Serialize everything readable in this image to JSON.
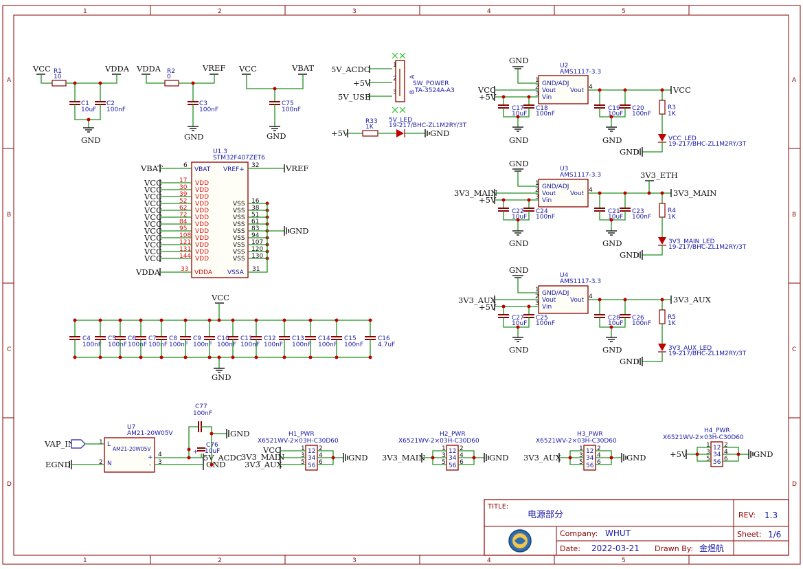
{
  "frame": {
    "cols": [
      "1",
      "2",
      "3",
      "4",
      "5"
    ],
    "rows": [
      "A",
      "B",
      "C",
      "D"
    ]
  },
  "title_block": {
    "title_label": "TITLE:",
    "title": "电源部分",
    "rev_label": "REV:",
    "rev": "1.3",
    "company_label": "Company:",
    "company": "WHUT",
    "sheet_label": "Sheet:",
    "sheet": "1/6",
    "date_label": "Date:",
    "date": "2022-03-21",
    "drawn_label": "Drawn By:",
    "drawn_by": "金煜航"
  },
  "nets": {
    "vcc": "VCC",
    "vdda": "VDDA",
    "vref": "VREF",
    "vbat": "VBAT",
    "gnd": "GND",
    "v5_acdc": "5V_ACDC",
    "p5v": "+5V",
    "v5_usb": "5V_USB",
    "v3_main": "3V3_MAIN",
    "v3_aux": "3V3_AUX",
    "v3_eth": "3V3_ETH",
    "vap_in": "VAP_IN",
    "egnd": "EGND"
  },
  "components": {
    "r1": {
      "ref": "R1",
      "val": "10"
    },
    "r2": {
      "ref": "R2",
      "val": "0"
    },
    "c1": {
      "ref": "C1",
      "val": "10uF"
    },
    "c2": {
      "ref": "C2",
      "val": "100nF"
    },
    "c3": {
      "ref": "C3",
      "val": "100nF"
    },
    "c75": {
      "ref": "C75",
      "val": "100nF"
    },
    "sw": {
      "ref": "SW_POWER",
      "val": "TA-3524A-A3",
      "a": "A",
      "b": "B"
    },
    "r33": {
      "ref": "R33",
      "val": "1K"
    },
    "led5v": {
      "ref": "5V_LED",
      "val": "19-217/BHC-ZL1M2RY/3T"
    },
    "u2": {
      "ref": "U2",
      "val": "AMS1117-3.3"
    },
    "u3": {
      "ref": "U3",
      "val": "AMS1117-3.3"
    },
    "u4": {
      "ref": "U4",
      "val": "AMS1117-3.3"
    },
    "reg_pins": {
      "gnd_adj": "GND/ADJ",
      "vout": "Vout",
      "vin": "Vin"
    },
    "c17": {
      "ref": "C17",
      "val": "10uF"
    },
    "c18": {
      "ref": "C18",
      "val": "100nF"
    },
    "c19": {
      "ref": "C19",
      "val": "10uF"
    },
    "c20": {
      "ref": "C20",
      "val": "100nF"
    },
    "c22": {
      "ref": "C22",
      "val": "10uF"
    },
    "c24": {
      "ref": "C24",
      "val": "100nF"
    },
    "c21": {
      "ref": "C21",
      "val": "10uF"
    },
    "c23": {
      "ref": "C23",
      "val": "100nF"
    },
    "c27": {
      "ref": "C27",
      "val": "10uF"
    },
    "c25": {
      "ref": "C25",
      "val": "100nF"
    },
    "c28": {
      "ref": "C28",
      "val": "10uF"
    },
    "c26": {
      "ref": "C26",
      "val": "100nF"
    },
    "r3": {
      "ref": "R3",
      "val": "1K"
    },
    "r4": {
      "ref": "R4",
      "val": "1K"
    },
    "r5": {
      "ref": "R5",
      "val": "1K"
    },
    "vcc_led": {
      "ref": "VCC_LED",
      "val": "19-217/BHC-ZL1M2RY/3T"
    },
    "main_led": {
      "ref": "3V3_MAIN_LED",
      "val": "19-217/BHC-ZL1M2RY/3T"
    },
    "aux_led": {
      "ref": "3V3_AUX_LED",
      "val": "19-217/BHC-ZL1M2RY/3T"
    },
    "u1": {
      "ref": "U1.3",
      "val": "STM32F407ZET6"
    },
    "decoupling": [
      {
        "ref": "C4",
        "val": "100nF"
      },
      {
        "ref": "C5",
        "val": "100nF"
      },
      {
        "ref": "C6",
        "val": "100nF"
      },
      {
        "ref": "C7",
        "val": "100nF"
      },
      {
        "ref": "C8",
        "val": "100nF"
      },
      {
        "ref": "C9",
        "val": "100nF"
      },
      {
        "ref": "C10",
        "val": "100nF"
      },
      {
        "ref": "C11",
        "val": "100nF"
      },
      {
        "ref": "C12",
        "val": "100nF"
      },
      {
        "ref": "C13",
        "val": "100nF"
      },
      {
        "ref": "C14",
        "val": "100nF"
      },
      {
        "ref": "C15",
        "val": "100nF"
      },
      {
        "ref": "C16",
        "val": "4.7uF"
      }
    ],
    "u7": {
      "ref": "U7",
      "val": "AM21-20W05V",
      "inner": "AM21-20W05V",
      "l": "L",
      "n": "N",
      "plus": "+",
      "minus": "-",
      "p1": "1",
      "p2": "2",
      "p3": "3",
      "p4": "4"
    },
    "c77": {
      "ref": "C77",
      "val": "100nF"
    },
    "c76": {
      "ref": "C76",
      "val": "10uF",
      "plus": "+"
    },
    "h1": {
      "ref": "H1_PWR",
      "val": "X6521WV-2×03H-C30D60"
    },
    "h2": {
      "ref": "H2_PWR",
      "val": "X6521WV-2×03H-C30D60"
    },
    "h3": {
      "ref": "H3_PWR",
      "val": "X6521WV-2×03H-C30D60"
    },
    "h4": {
      "ref": "H4_PWR",
      "val": "X6521WV-2×03H-C30D60"
    },
    "hdr_pins": {
      "p1": "1",
      "p2": "2",
      "p3": "3",
      "p4": "4",
      "p5": "5",
      "p6": "6",
      "c12": "12",
      "c34": "34",
      "c56": "56"
    }
  },
  "u1_pins": {
    "vbat": {
      "num": "6",
      "name": "VBAT"
    },
    "vref": {
      "num": "32",
      "name": "VREF+"
    },
    "vdda": {
      "num": "33",
      "name": "VDDA"
    },
    "vssa": {
      "num": "31",
      "name": "VSSA"
    },
    "vdd": [
      {
        "num": "17",
        "name": "VDD"
      },
      {
        "num": "30",
        "name": "VDD"
      },
      {
        "num": "39",
        "name": "VDD"
      },
      {
        "num": "52",
        "name": "VDD"
      },
      {
        "num": "62",
        "name": "VDD"
      },
      {
        "num": "72",
        "name": "VDD"
      },
      {
        "num": "84",
        "name": "VDD"
      },
      {
        "num": "95",
        "name": "VDD"
      },
      {
        "num": "108",
        "name": "VDD"
      },
      {
        "num": "121",
        "name": "VDD"
      },
      {
        "num": "131",
        "name": "VDD"
      },
      {
        "num": "144",
        "name": "VDD"
      }
    ],
    "vss": [
      {
        "num": "16",
        "name": "VSS"
      },
      {
        "num": "38",
        "name": "VSS"
      },
      {
        "num": "51",
        "name": "VSS"
      },
      {
        "num": "61",
        "name": "VSS"
      },
      {
        "num": "83",
        "name": "VSS"
      },
      {
        "num": "94",
        "name": "VSS"
      },
      {
        "num": "107",
        "name": "VSS"
      },
      {
        "num": "120",
        "name": "VSS"
      },
      {
        "num": "130",
        "name": "VSS"
      }
    ]
  },
  "pin_numbers": {
    "p1": "1",
    "p2": "2",
    "p3": "3",
    "p4": "4"
  }
}
